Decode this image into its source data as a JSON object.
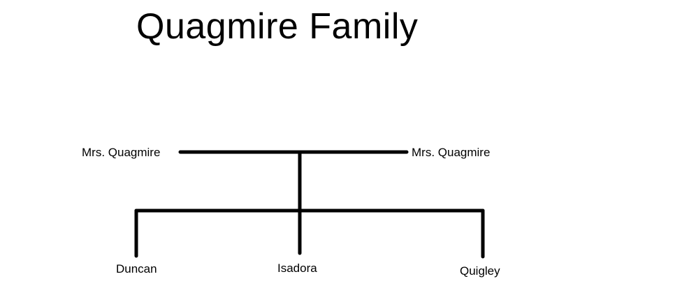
{
  "title": "Quagmire Family",
  "parents": [
    {
      "name": "Mrs. Quagmire"
    },
    {
      "name": "Mrs. Quagmire"
    }
  ],
  "children": [
    {
      "name": "Duncan"
    },
    {
      "name": "Isadora"
    },
    {
      "name": "Quigley"
    }
  ],
  "colors": {
    "line": "#000000",
    "text": "#000000",
    "background": "#ffffff"
  }
}
